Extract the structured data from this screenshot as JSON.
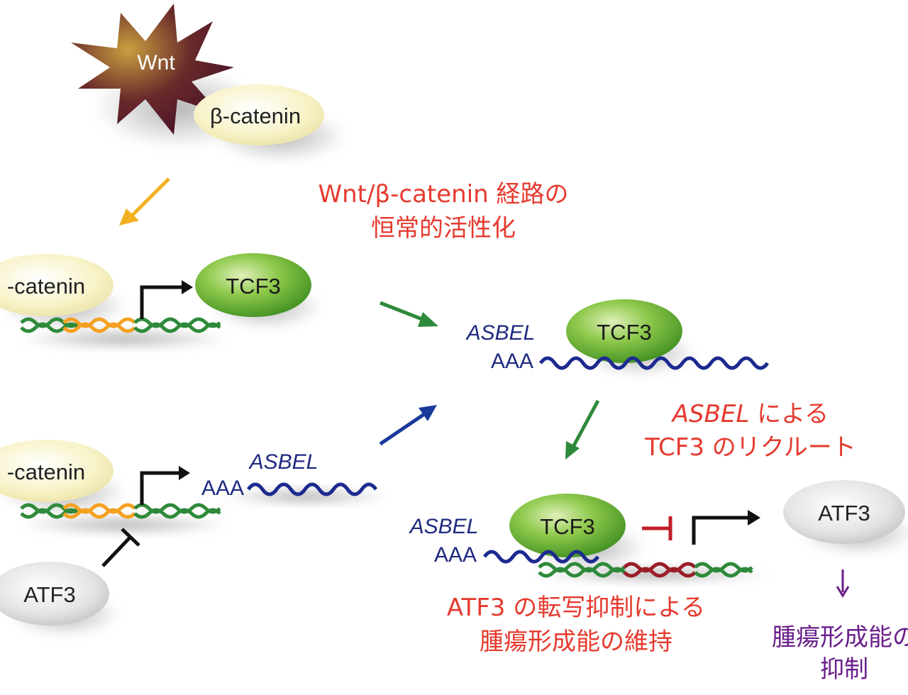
{
  "colors": {
    "red_text": "#e53a2e",
    "purple_text": "#6a1f8a",
    "navy_text": "#1e2a80",
    "wnt_star": "#5a1e2e",
    "dna_green": "#2e8a3a",
    "dna_orange": "#f4a020",
    "dna_red": "#9a1e28",
    "dna_navy": "#1c2a90",
    "arrow_yellow": "#f2b021",
    "arrow_green": "#2e8a3a",
    "arrow_blue": "#1a3a9a",
    "arrow_purple": "#6a1f8a",
    "tcf3_green": "#7cc242",
    "beta_cream": "#f8f3c8",
    "atf3_grey": "#e2e2e2"
  },
  "labels": {
    "wnt": "Wnt",
    "beta_catenin": "β-catenin",
    "beta_catenin_cut": "-catenin",
    "tcf3": "TCF3",
    "asbel": "ASBEL",
    "aaa": "AAA",
    "atf3": "ATF3"
  },
  "annotations": {
    "pathway_line1": "Wnt/β-catenin 経路の",
    "pathway_line2": "恒常的活性化",
    "recruit_line1": "ASBEL による",
    "recruit_line2": "TCF3 のリクルート",
    "repress_line1": "ATF3 の転写抑制による",
    "repress_line2": "腫瘍形成能の維持",
    "suppress_line1": "腫瘍形成能の",
    "suppress_line2": "抑制"
  }
}
